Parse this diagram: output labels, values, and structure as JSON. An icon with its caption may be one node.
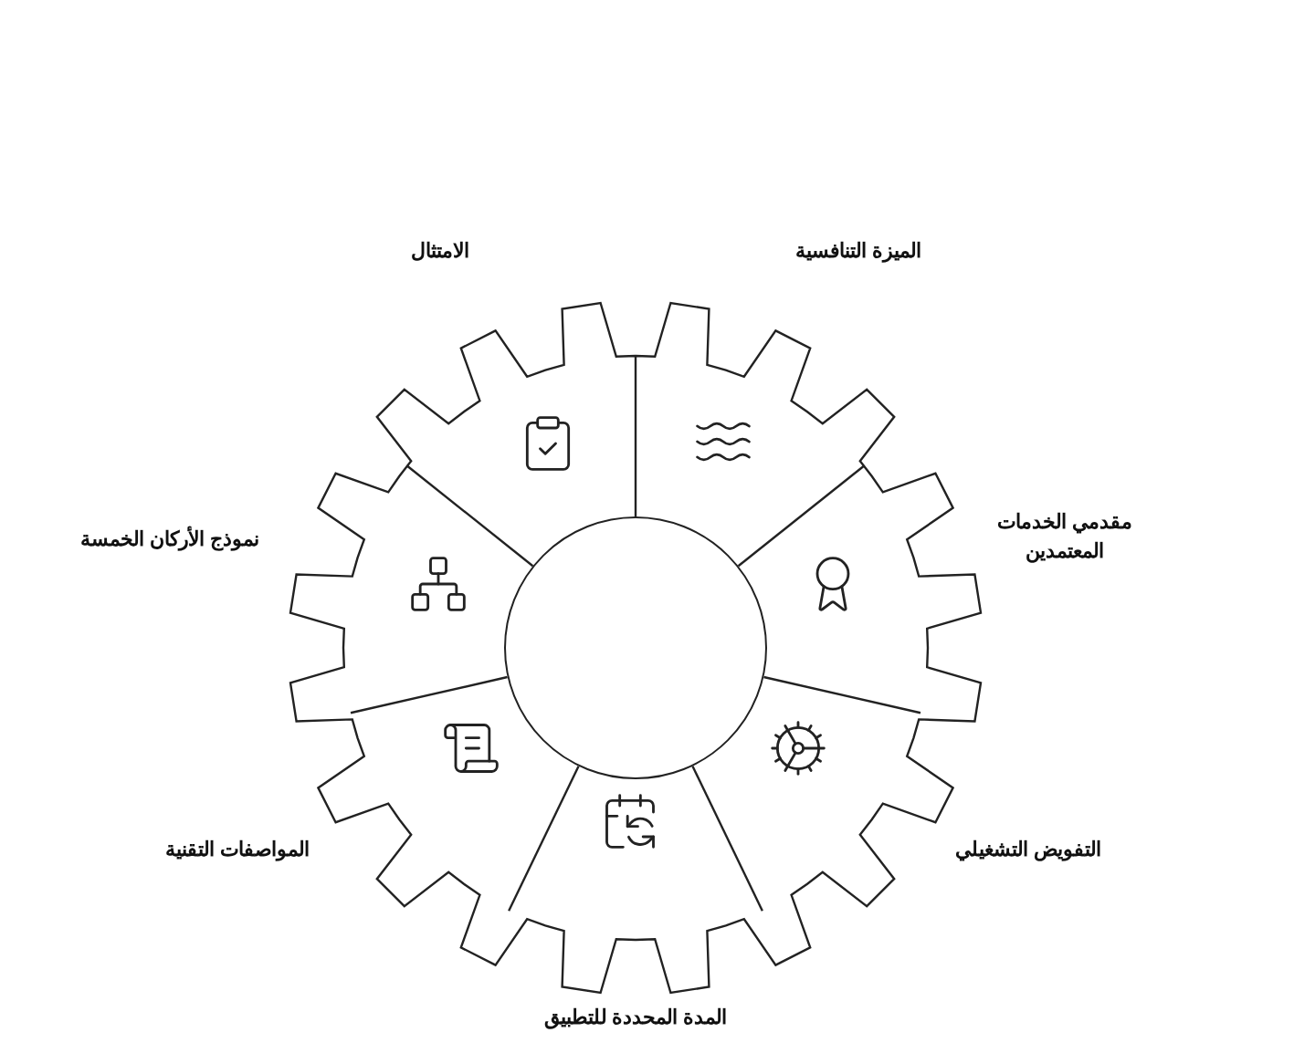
{
  "diagram": {
    "nodes": [
      {
        "text": [
          "الميزة التنافسية"
        ]
      },
      {
        "text": [
          "مقدمي الخدمات المعتمدين"
        ]
      },
      {
        "text": [
          "التفويض التشغيلي"
        ]
      },
      {
        "text": [
          "المدة المحددة للتطبيق"
        ]
      },
      {
        "text": [
          "المواصفات التقنية"
        ]
      },
      {
        "text": [
          "نموذج الأركان الخمسة"
        ]
      },
      {
        "text": [
          "الامتثال"
        ]
      },
      {
        "text": [],
        "shape": "circle"
      }
    ]
  }
}
